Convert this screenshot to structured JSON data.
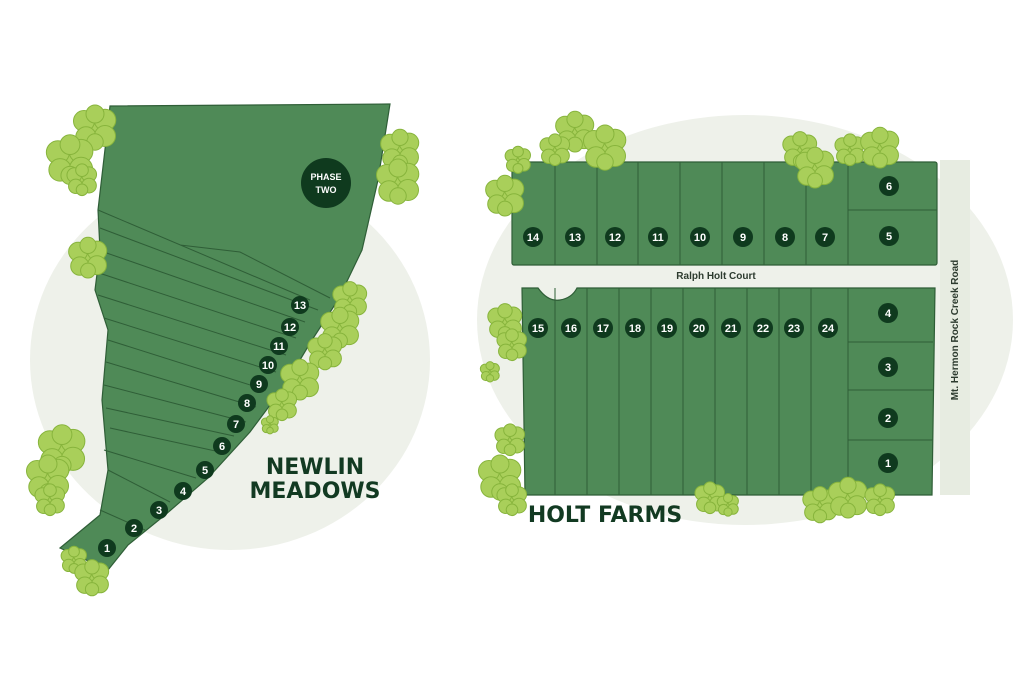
{
  "colors": {
    "lot_fill": "#4f8a57",
    "lot_line": "#2f5e37",
    "marker": "#0f3a1e",
    "backdrop": "#eef1ea",
    "road": "#e7ece1",
    "tree": "#a9cf5a",
    "tree_dark": "#87b43c",
    "title": "#123a22"
  },
  "newlin": {
    "title_line1": "NEWLIN",
    "title_line2": "MEADOWS",
    "phase_line1": "PHASE",
    "phase_line2": "TWO",
    "lots": [
      "1",
      "2",
      "3",
      "4",
      "5",
      "6",
      "7",
      "8",
      "9",
      "10",
      "11",
      "12",
      "13"
    ]
  },
  "holt": {
    "title": "HOLT FARMS",
    "street_court": "Ralph Holt Court",
    "street_road": "Mt. Hermon Rock Creek Road",
    "north_row": [
      "14",
      "13",
      "12",
      "11",
      "10",
      "9",
      "8",
      "7"
    ],
    "south_row": [
      "15",
      "16",
      "17",
      "18",
      "19",
      "20",
      "21",
      "22",
      "23",
      "24"
    ],
    "east_north": [
      "6",
      "5"
    ],
    "east_south": [
      "4",
      "3",
      "2",
      "1"
    ]
  }
}
